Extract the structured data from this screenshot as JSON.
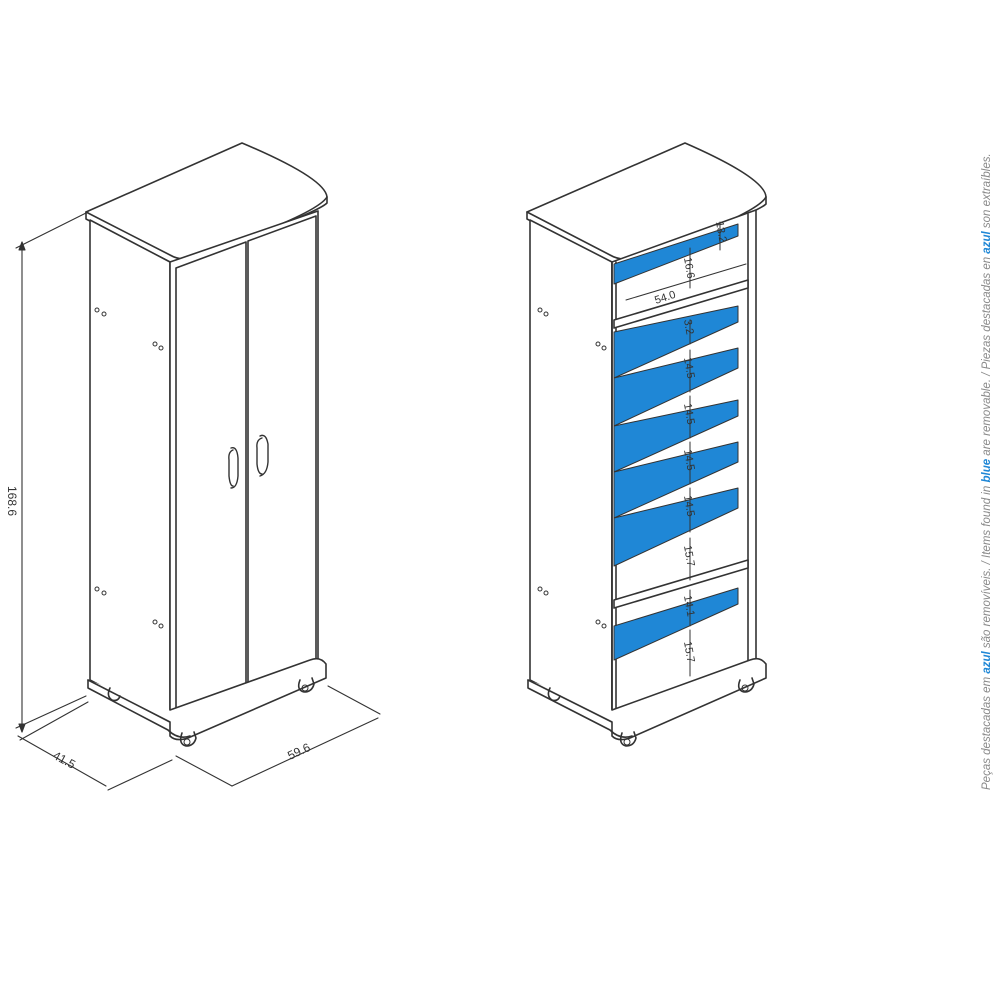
{
  "colors": {
    "line": "#333333",
    "removable": "#1f87d6",
    "panel": "#ffffff",
    "note": "#8a8a8a"
  },
  "closed_cabinet": {
    "height": "168.6",
    "depth": "41.5",
    "width": "59.6"
  },
  "open_cabinet": {
    "top_shelf_gap": "13.2",
    "compartment_height": "16.6",
    "inner_width": "54.0",
    "gap_1": "3.2",
    "gap_2": "14.5",
    "gap_3": "14.5",
    "gap_4": "14.5",
    "gap_5": "14.5",
    "gap_6": "15.7",
    "gap_7": "14.1",
    "gap_8": "15.7"
  },
  "note": {
    "pt_pre": "Peças destacadas em ",
    "pt_color": "azul",
    "pt_post": " são removíveis. / Items found in ",
    "en_color": "blue",
    "en_post": " are removable. / Piezas destacadas en ",
    "es_color": "azul",
    "es_post": " son extraíbles."
  }
}
